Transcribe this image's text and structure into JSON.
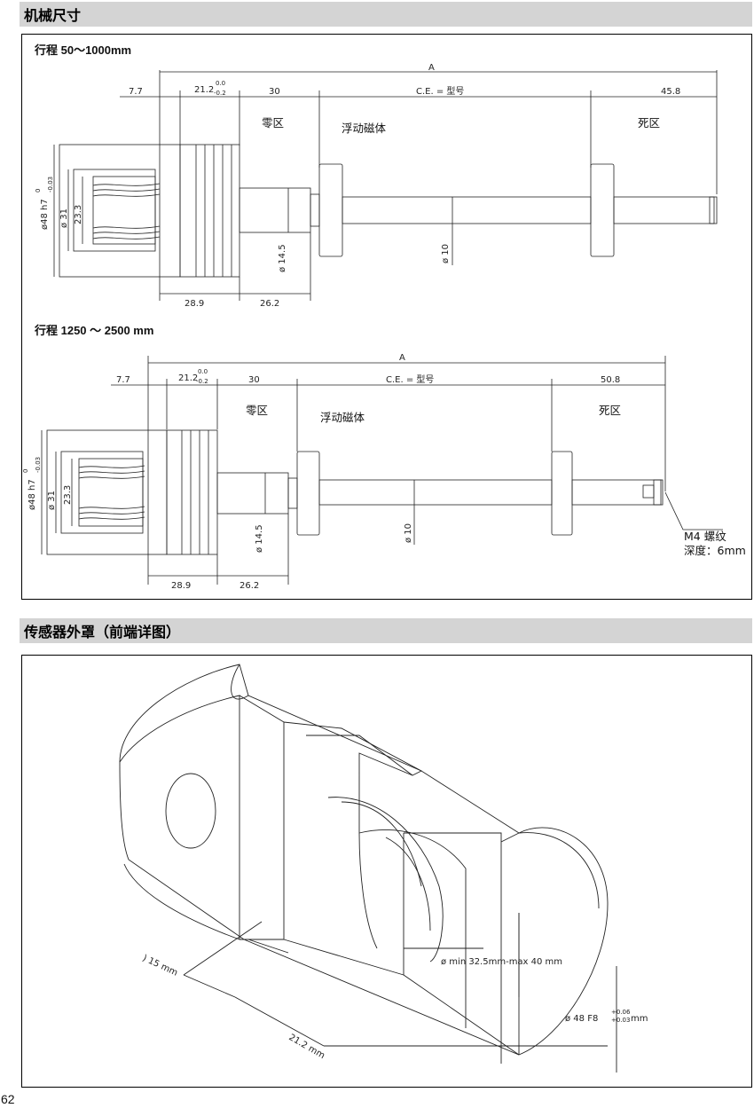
{
  "sections": {
    "mechanical": {
      "title": "机械尺寸"
    },
    "sensor": {
      "title": "传感器外罩（前端详图）"
    }
  },
  "drawing1": {
    "heading": "行程 50～1000mm",
    "dim_A": "A",
    "dim_7_7": "7.7",
    "dim_21_2": "21.2",
    "tol_upper": "0.0",
    "tol_lower": "-0.2",
    "dim_30": "30",
    "dim_ce": "C.E. = 型号",
    "dim_end": "45.8",
    "zone_zero": "零区",
    "zone_dead": "死区",
    "floating_magnet": "浮动磁体",
    "dia_48": "ø48 h7",
    "dia_48_tol_u": "0",
    "dia_48_tol_l": "-0.03",
    "dia_31": "ø 31",
    "dim_23_3": "23.3",
    "dia_14_5": "ø 14.5",
    "dia_10": "ø 10",
    "dim_28_9": "28.9",
    "dim_26_2": "26.2"
  },
  "drawing2": {
    "heading": "行程 1250 ～ 2500 mm",
    "dim_A": "A",
    "dim_7_7": "7.7",
    "dim_21_2": "21.2",
    "tol_upper": "0.0",
    "tol_lower": "-0.2",
    "dim_30": "30",
    "dim_ce": "C.E. = 型号",
    "dim_end": "50.8",
    "zone_zero": "零区",
    "zone_dead": "死区",
    "floating_magnet": "浮动磁体",
    "dia_48": "ø48 h7",
    "dia_48_tol_u": "0",
    "dia_48_tol_l": "-0.03",
    "dia_31": "ø 31",
    "dim_23_3": "23.3",
    "dia_14_5": "ø 14.5",
    "dia_10": "ø 10",
    "dim_28_9": "28.9",
    "dim_26_2": "26.2",
    "thread_note": "M4 螺纹",
    "depth_note": "深度：6mm"
  },
  "drawing3": {
    "dim_15": ") 15 mm",
    "dim_21_2": "21.2 mm",
    "dim_range": "ø min 32.5mm-max 40 mm",
    "dim_48": "ø 48 F8",
    "dim_48_tol_u": "+0.06",
    "dim_48_tol_l": "+0.03",
    "dim_48_unit": "mm"
  },
  "page": {
    "number": "62"
  }
}
